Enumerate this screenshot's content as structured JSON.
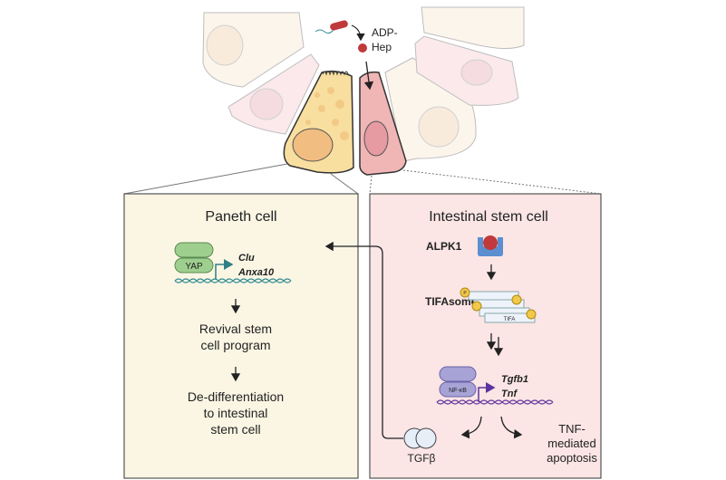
{
  "crypt": {
    "ligand_label_line1": "ADP-",
    "ligand_label_line2": "Hep"
  },
  "paneth_panel": {
    "title": "Paneth cell",
    "factor": "YAP",
    "genes": [
      "Clu",
      "Anxa10"
    ],
    "step1": [
      "Revival stem",
      "cell program"
    ],
    "step2": [
      "De-differentiation",
      "to intestinal",
      "stem cell"
    ]
  },
  "stem_panel": {
    "title": "Intestinal stem cell",
    "receptor": "ALPK1",
    "complex": "TIFAsome",
    "complex_unit": "TIFA",
    "phospho": "P",
    "factor": "NF-κB",
    "genes": [
      "Tgfb1",
      "Tnf"
    ],
    "secreted": "TGFβ",
    "outcome": [
      "TNF-",
      "mediated",
      "apoptosis"
    ]
  },
  "colors": {
    "paneth_bg": "#fbf6e4",
    "stem_bg": "#fbe5e5",
    "paneth_cell": "#f8dfa0",
    "stem_cell": "#f0b5b5",
    "yap_green": "#9fcf8f",
    "dna_teal": "#3a8f95",
    "nfkb_purple": "#a8a3d6",
    "dna_purple": "#6a3fa0",
    "alpk1_blue": "#5b8fd0",
    "ligand_red": "#c0393b",
    "phospho_yellow": "#f2c84b"
  }
}
